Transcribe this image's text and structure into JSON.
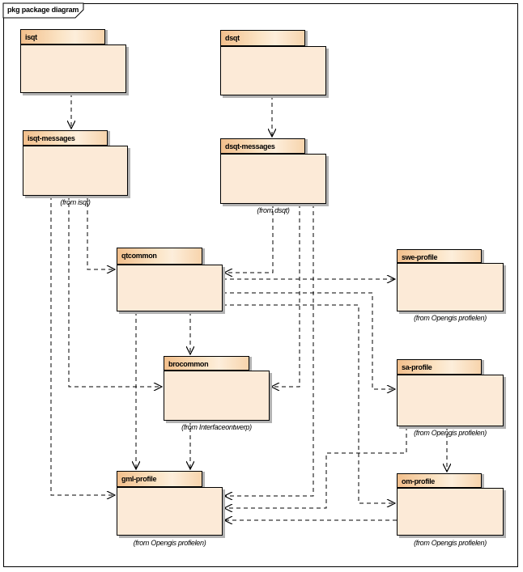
{
  "frame": {
    "label": "pkg package diagram"
  },
  "colors": {
    "package_body": "#fcead7",
    "package_tab_gradient": [
      "#f2bf8c",
      "#fbe3c3",
      "#fdeedb",
      "#f7d4ac"
    ],
    "shadow": "#b2b2b2",
    "line": "#000000",
    "background": "#ffffff"
  },
  "packages": [
    {
      "name": "isqt",
      "from": ""
    },
    {
      "name": "dsqt",
      "from": ""
    },
    {
      "name": "isqt-messages",
      "from": "(from isqt)"
    },
    {
      "name": "dsqt-messages",
      "from": "(from dsqt)"
    },
    {
      "name": "qtcommon",
      "from": ""
    },
    {
      "name": "swe-profile",
      "from": "(from Opengis profielen)"
    },
    {
      "name": "brocommon",
      "from": "(from Interfaceontwerp)"
    },
    {
      "name": "sa-profile",
      "from": "(from Opengis profielen)"
    },
    {
      "name": "gml-profile",
      "from": "(from Opengis profielen)"
    },
    {
      "name": "om-profile",
      "from": "(from Opengis profielen)"
    }
  ],
  "dependencies": [
    {
      "from": "isqt",
      "to": "isqt-messages"
    },
    {
      "from": "dsqt",
      "to": "dsqt-messages"
    },
    {
      "from": "isqt-messages",
      "to": "qtcommon"
    },
    {
      "from": "isqt-messages",
      "to": "brocommon"
    },
    {
      "from": "isqt-messages",
      "to": "gml-profile"
    },
    {
      "from": "dsqt-messages",
      "to": "qtcommon"
    },
    {
      "from": "dsqt-messages",
      "to": "brocommon"
    },
    {
      "from": "dsqt-messages",
      "to": "gml-profile"
    },
    {
      "from": "qtcommon",
      "to": "swe-profile"
    },
    {
      "from": "qtcommon",
      "to": "sa-profile"
    },
    {
      "from": "qtcommon",
      "to": "om-profile"
    },
    {
      "from": "qtcommon",
      "to": "brocommon"
    },
    {
      "from": "qtcommon",
      "to": "gml-profile"
    },
    {
      "from": "brocommon",
      "to": "gml-profile"
    },
    {
      "from": "sa-profile",
      "to": "gml-profile"
    },
    {
      "from": "sa-profile",
      "to": "om-profile"
    },
    {
      "from": "om-profile",
      "to": "gml-profile"
    }
  ]
}
